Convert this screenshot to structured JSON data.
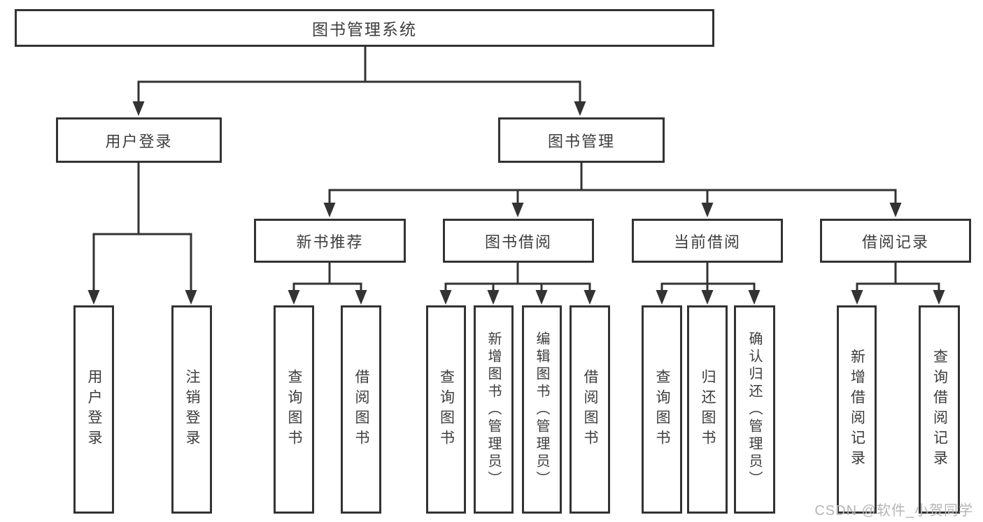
{
  "diagram": {
    "root": {
      "label": "图书管理系统"
    },
    "branches": [
      {
        "label": "用户登录",
        "children": [
          {
            "label": "用户登录"
          },
          {
            "label": "注销登录"
          }
        ]
      },
      {
        "label": "图书管理",
        "children": [
          {
            "label": "新书推荐",
            "children": [
              {
                "label": "查询图书"
              },
              {
                "label": "借阅图书"
              }
            ]
          },
          {
            "label": "图书借阅",
            "children": [
              {
                "label": "查询图书"
              },
              {
                "label": "新增图书（管理员）"
              },
              {
                "label": "编辑图书（管理员）"
              },
              {
                "label": "借阅图书"
              }
            ]
          },
          {
            "label": "当前借阅",
            "children": [
              {
                "label": "查询图书"
              },
              {
                "label": "归还图书"
              },
              {
                "label": "确认归还（管理员）"
              }
            ]
          },
          {
            "label": "借阅记录",
            "children": [
              {
                "label": "新增借阅记录"
              },
              {
                "label": "查询借阅记录"
              }
            ]
          }
        ]
      }
    ],
    "watermark": "CSDN @软件_小贺同学",
    "colors": {
      "line": "#333333",
      "text": "#3d3d3d",
      "watermark": "#b5b5b5",
      "background": "#ffffff"
    }
  }
}
